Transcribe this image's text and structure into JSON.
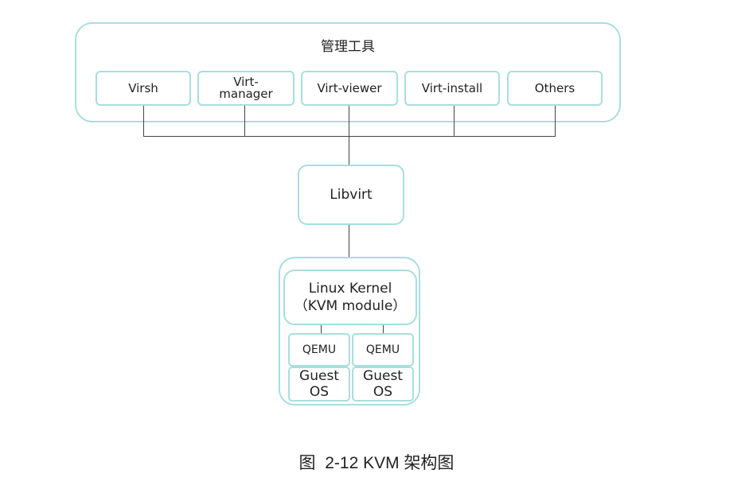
{
  "diagram": {
    "tools_group_title": "管理工具",
    "tools": [
      "Virsh",
      "Virt-\nmanager",
      "Virt-viewer",
      "Virt-install",
      "Others"
    ],
    "libvirt_label": "Libvirt",
    "kernel_line1": "Linux Kernel",
    "kernel_line2": "（KVM module）",
    "qemu_left": "QEMU",
    "qemu_right": "QEMU",
    "guest_left": "Guest\nOS",
    "guest_right": "Guest\nOS"
  },
  "caption": "图  2-12 KVM 架构图",
  "colors": {
    "box_border": "#a8dedd",
    "connector": "#444444"
  }
}
